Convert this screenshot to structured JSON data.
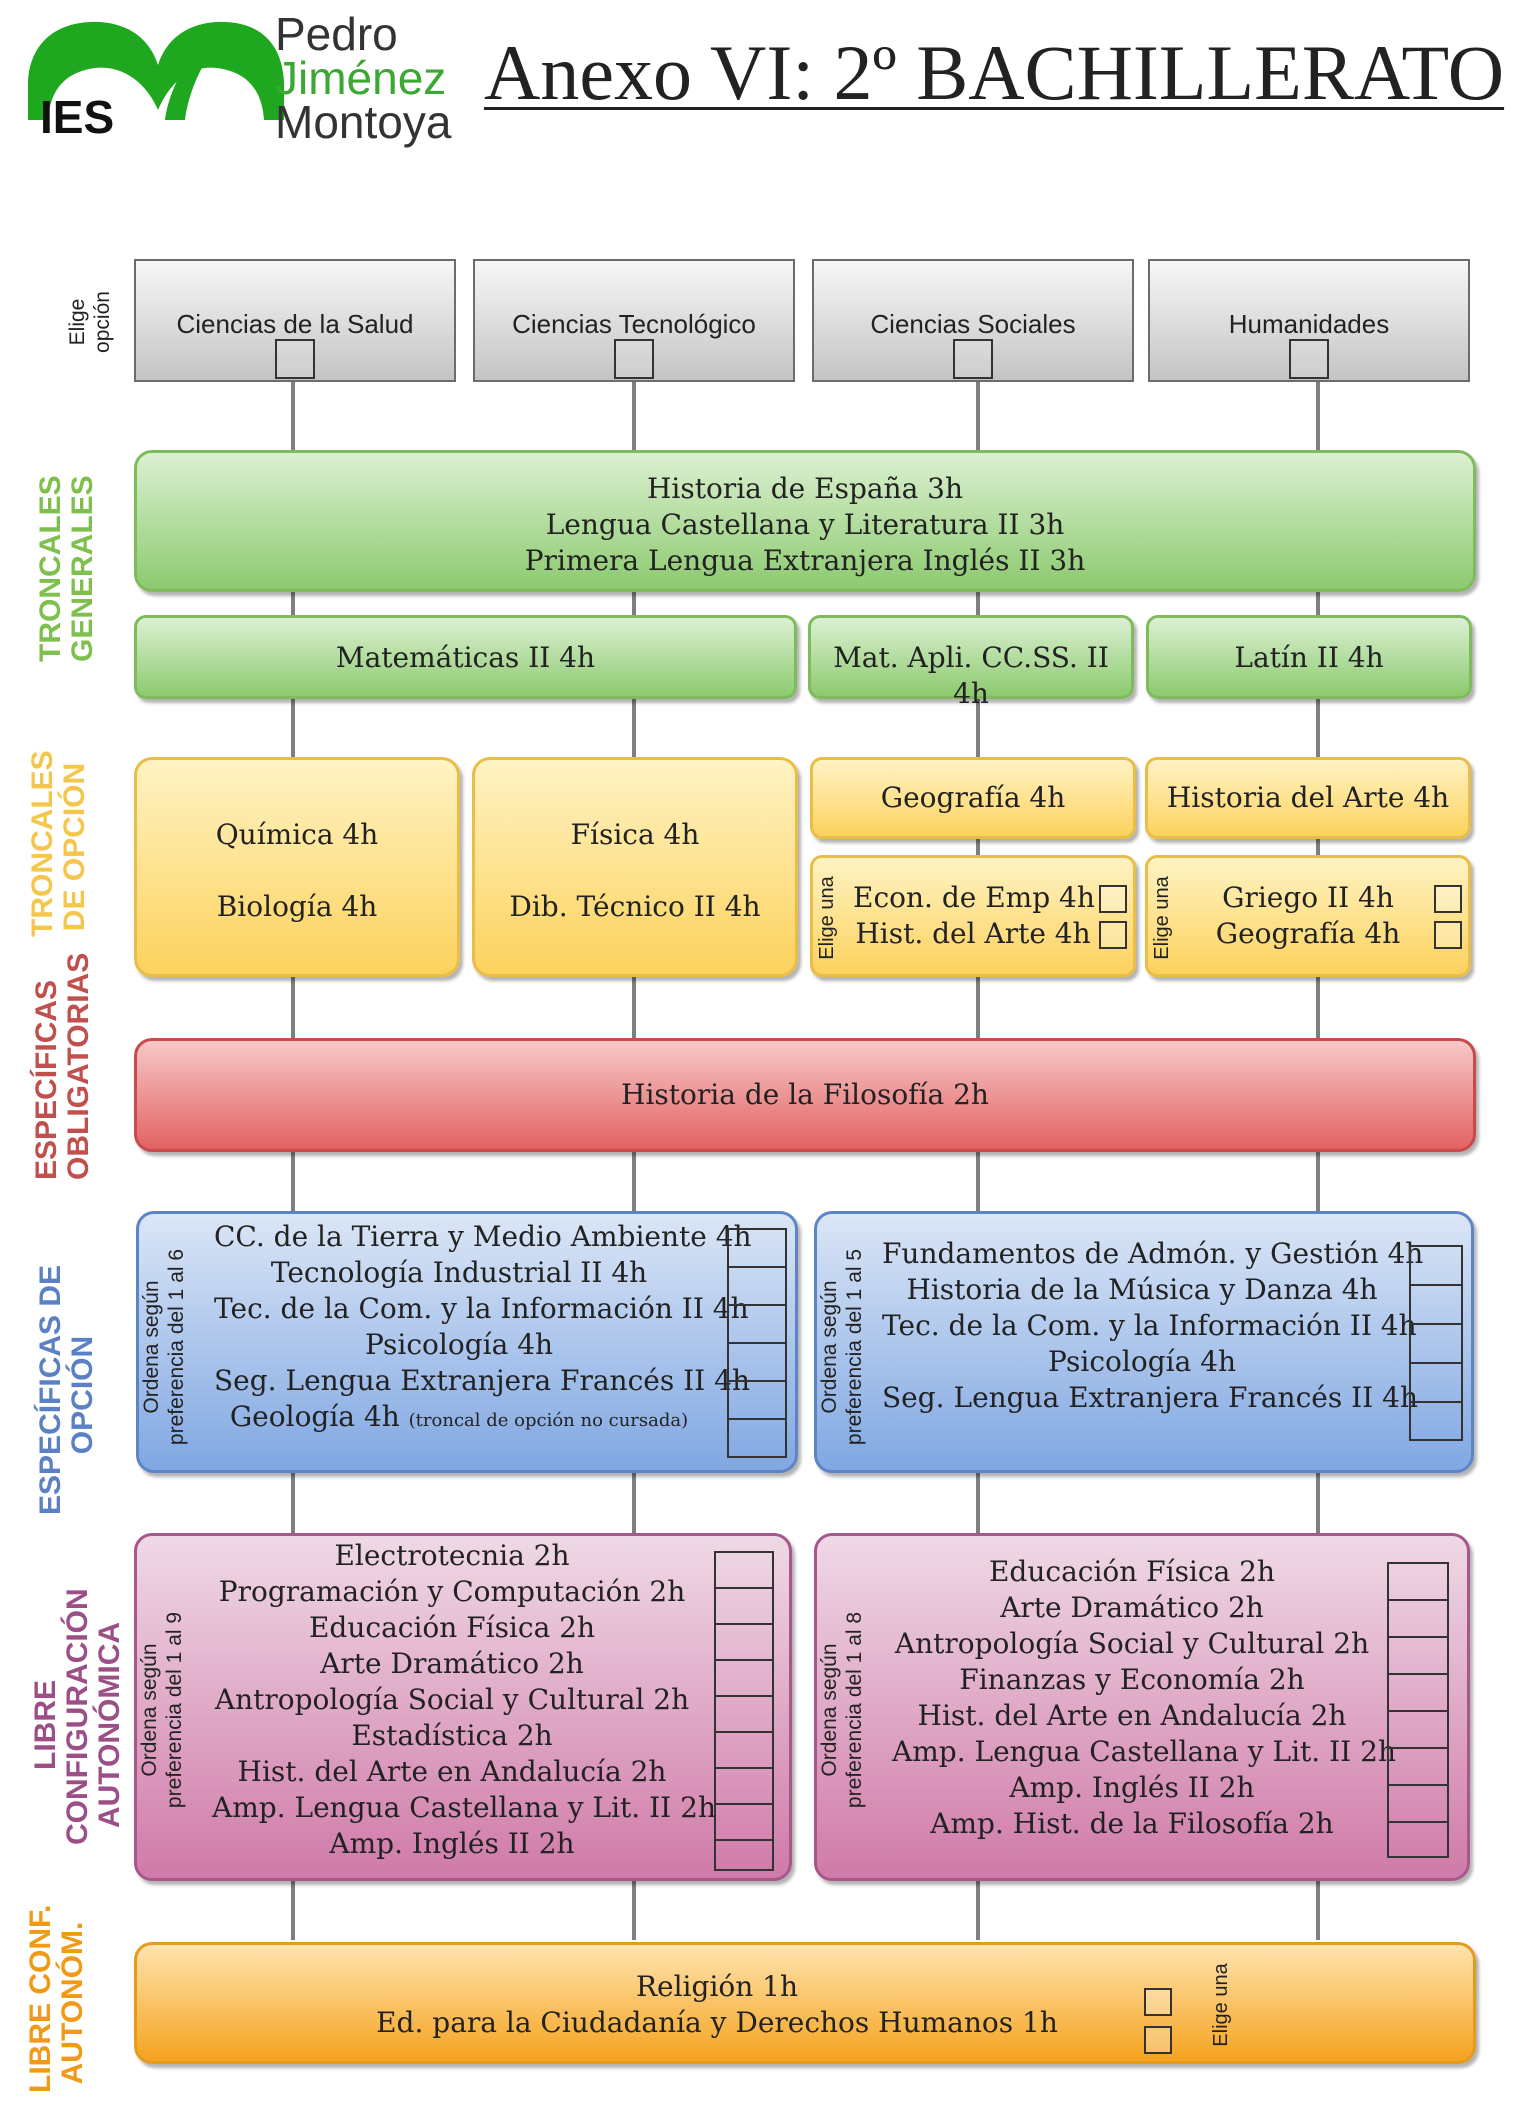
{
  "header": {
    "logo": {
      "abbr": "IES",
      "name_line1": "Pedro",
      "name_line2": "Jiménez",
      "name_line3": "Montoya"
    },
    "title": "Anexo VI: 2º BACHILLERATO"
  },
  "options": {
    "side_label": "Elige opción",
    "items": [
      "Ciencias de la Salud",
      "Ciencias Tecnológico",
      "Ciencias Sociales",
      "Humanidades"
    ]
  },
  "troncales_generales": {
    "label_line1": "TRONCALES",
    "label_line2": "GENERALES",
    "common": [
      "Historia de España 3h",
      "Lengua Castellana y Literatura II 3h",
      "Primera Lengua Extranjera Inglés II 3h"
    ],
    "matematicas": "Matemáticas II 4h",
    "mat_apli": "Mat. Apli. CC.SS. II 4h",
    "latin": "Latín II  4h"
  },
  "troncales_opcion": {
    "label_line1": "TRONCALES",
    "label_line2": "DE OPCIÓN",
    "salud": [
      "Química 4h",
      "Biología 4h"
    ],
    "tecnologico": [
      "Física 4h",
      "Dib. Técnico II 4h"
    ],
    "sociales_fixed": "Geografía 4h",
    "sociales_choose_label": "Elige una",
    "sociales_choose": [
      "Econ. de Emp 4h",
      "Hist. del Arte 4h"
    ],
    "humanidades_fixed": "Historia del Arte 4h",
    "humanidades_choose_label": "Elige una",
    "humanidades_choose": [
      "Griego II 4h",
      "Geografía 4h"
    ]
  },
  "especificas_obligatorias": {
    "label_line1": "ESPECÍFICAS",
    "label_line2": "OBLIGATORIAS",
    "subject": "Historia de la Filosofía 2h"
  },
  "especificas_opcion": {
    "label_line1": "ESPECÍFICAS DE",
    "label_line2": "OPCIÓN",
    "left_order_line1": "Ordena según",
    "left_order_line2": "preferencia del 1 al 6",
    "left": [
      "CC. de la Tierra y Medio Ambiente  4h",
      "Tecnología Industrial II   4h",
      "Tec. de la Com. y la Información II  4h",
      "Psicología 4h",
      "Seg. Lengua Extranjera Francés II 4h",
      "Geología 4h"
    ],
    "left_note": "(troncal de opción no cursada)",
    "right_order_line1": "Ordena según",
    "right_order_line2": "preferencia del 1 al 5",
    "right": [
      "Fundamentos de Admón. y Gestión  4h",
      "Historia de la Música y Danza  4h",
      "Tec. de la Com. y la Información II  4h",
      "Psicología 4h",
      "Seg. Lengua Extranjera Francés II 4h"
    ]
  },
  "libre_configuracion": {
    "label_line1": "LIBRE",
    "label_line2": "CONFIGURACIÓN",
    "label_line3": "AUTONÓMICA",
    "left_order_line1": "Ordena según",
    "left_order_line2": "preferencia del 1 al 9",
    "left": [
      "Electrotecnia 2h",
      "Programación y Computación  2h",
      "Educación Física  2h",
      "Arte Dramático  2h",
      "Antropología Social y Cultural 2h",
      "Estadística 2h",
      "Hist. del Arte en Andalucía 2h",
      "Amp. Lengua Castellana y Lit. II   2h",
      "Amp. Inglés II   2h"
    ],
    "right_order_line1": "Ordena según",
    "right_order_line2": "preferencia del 1 al 8",
    "right": [
      "Educación Física  2h",
      "Arte Dramático  2h",
      "Antropología Social y Cultural 2h",
      "Finanzas y Economía  2h",
      "Hist. del Arte en Andalucía 2h",
      "Amp. Lengua Castellana y Lit. II   2h",
      "Amp. Inglés II   2h",
      "Amp. Hist. de la Filosofía  2h"
    ]
  },
  "libre_conf_autonom": {
    "label_line1": "LIBRE CONF.",
    "label_line2": "AUTONÓM.",
    "subjects": [
      "Religión 1h",
      "Ed. para la Ciudadanía y Derechos Humanos 1h"
    ],
    "choose_label": "Elige una"
  },
  "colors": {
    "logo_green": "#1fa81f",
    "troncales_generales_label": "#7fbf4d",
    "troncales_opcion_label": "#f4c64b",
    "especificas_obligatorias_label": "#c0504d",
    "especificas_opcion_label": "#5b80c4",
    "libre_configuracion_label": "#9b4f86",
    "libre_conf_autonom_label": "#f09a16"
  }
}
